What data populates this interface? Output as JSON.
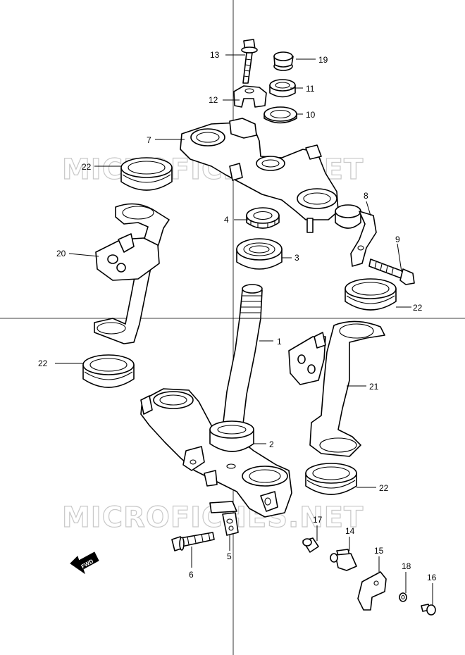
{
  "watermark": "MICROFICHES.NET",
  "fwd_label": "FWD",
  "callouts": {
    "c1": "1",
    "c2": "2",
    "c3": "3",
    "c4": "4",
    "c5": "5",
    "c6": "6",
    "c7": "7",
    "c8": "8",
    "c9": "9",
    "c10": "10",
    "c11": "11",
    "c12": "12",
    "c13": "13",
    "c14": "14",
    "c15": "15",
    "c16": "16",
    "c17": "17",
    "c18": "18",
    "c19": "19",
    "c20": "20",
    "c21": "21",
    "c22a": "22",
    "c22b": "22",
    "c22c": "22",
    "c22d": "22"
  }
}
